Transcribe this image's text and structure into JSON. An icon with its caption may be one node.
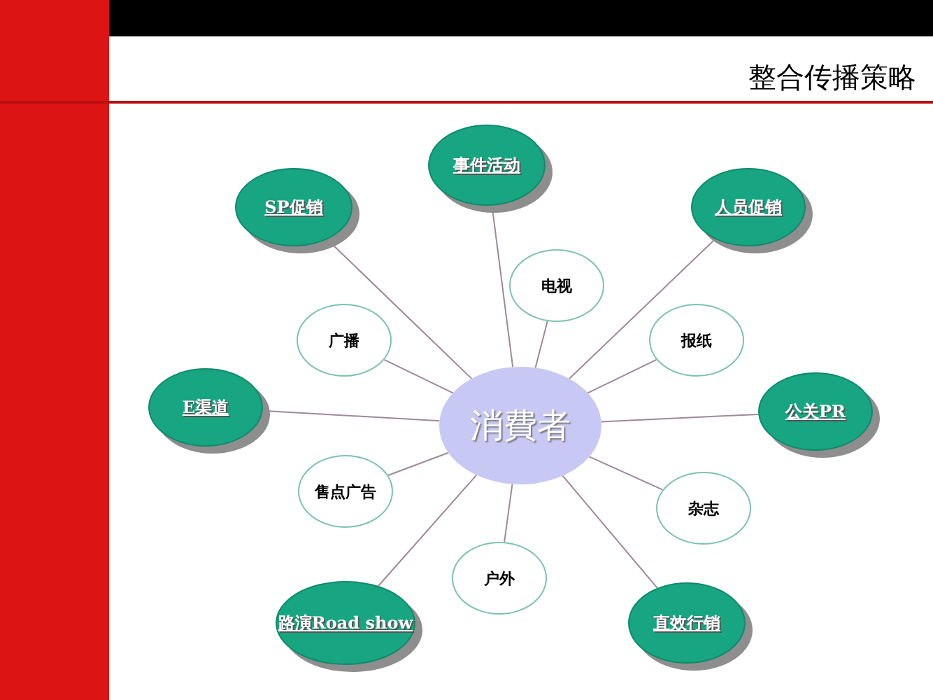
{
  "diagram": {
    "title": "整合传播策略",
    "nodes": [
      {
        "text": [
          "消費者"
        ]
      },
      {
        "text": [
          "事件活动"
        ]
      },
      {
        "text": [
          "SP促销"
        ]
      },
      {
        "text": [
          "人员促销"
        ]
      },
      {
        "text": [
          "电视"
        ]
      },
      {
        "text": [
          "广播"
        ]
      },
      {
        "text": [
          "报纸"
        ]
      },
      {
        "text": [
          "E渠道"
        ]
      },
      {
        "text": [
          "公关PR"
        ]
      },
      {
        "text": [
          "售点广告"
        ]
      },
      {
        "text": [
          "杂志"
        ]
      },
      {
        "text": [
          "户外"
        ]
      },
      {
        "text": [
          "路演Road show"
        ]
      },
      {
        "text": [
          "直效行销"
        ]
      }
    ],
    "edges": [
      {
        "from": 0,
        "to": 1,
        "arrow": "none"
      },
      {
        "from": 0,
        "to": 2,
        "arrow": "none"
      },
      {
        "from": 0,
        "to": 3,
        "arrow": "none"
      },
      {
        "from": 0,
        "to": 4,
        "arrow": "none"
      },
      {
        "from": 0,
        "to": 5,
        "arrow": "none"
      },
      {
        "from": 0,
        "to": 6,
        "arrow": "none"
      },
      {
        "from": 0,
        "to": 7,
        "arrow": "none"
      },
      {
        "from": 0,
        "to": 8,
        "arrow": "none"
      },
      {
        "from": 0,
        "to": 9,
        "arrow": "none"
      },
      {
        "from": 0,
        "to": 10,
        "arrow": "none"
      },
      {
        "from": 0,
        "to": 11,
        "arrow": "none"
      },
      {
        "from": 0,
        "to": 12,
        "arrow": "none"
      },
      {
        "from": 0,
        "to": 13,
        "arrow": "none"
      }
    ]
  }
}
